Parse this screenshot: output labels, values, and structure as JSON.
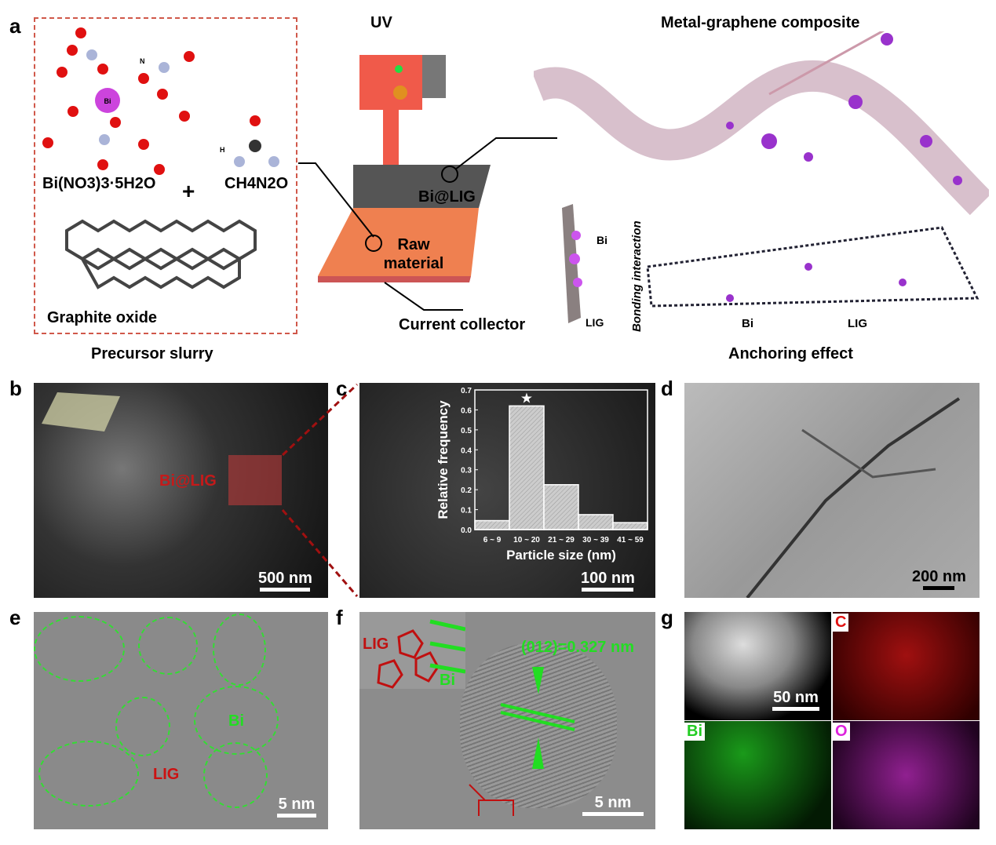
{
  "panel_a": {
    "label": "a",
    "precursor": {
      "bi_nitrate": "Bi(NO3)3·5H2O",
      "urea": "CH4N2O",
      "plus": "+",
      "graphite_oxide": "Graphite oxide",
      "caption": "Precursor slurry",
      "atom_bi": "Bi",
      "atom_n": "N",
      "atom_h": "H"
    },
    "device": {
      "uv": "UV",
      "bi_lig": "Bi@LIG",
      "raw_material": "Raw material",
      "current_collector": "Current collector"
    },
    "composite": {
      "title": "Metal-graphene composite",
      "bonding": "Bonding interaction",
      "bi": "Bi",
      "lig": "LIG",
      "bi2": "Bi",
      "lig2": "LIG",
      "caption": "Anchoring effect"
    }
  },
  "panel_b": {
    "label": "b",
    "overlay": "Bi@LIG",
    "scale": "500 nm"
  },
  "panel_c": {
    "label": "c",
    "scale": "100 nm"
  },
  "panel_d": {
    "label": "d",
    "scale": "200 nm"
  },
  "panel_e": {
    "label": "e",
    "bi": "Bi",
    "lig": "LIG",
    "scale": "5 nm"
  },
  "panel_f": {
    "label": "f",
    "lig": "LIG",
    "bi": "Bi",
    "lattice": "(012)=0.327 nm",
    "scale": "5 nm"
  },
  "panel_g": {
    "label": "g",
    "scale": "50 nm",
    "maps": [
      "C",
      "Bi",
      "O"
    ],
    "colors": {
      "C": "#e01010",
      "Bi": "#22dd22",
      "O": "#dd22dd"
    }
  },
  "chart_data": {
    "type": "bar",
    "title": "",
    "xlabel": "Particle size (nm)",
    "ylabel": "Relative frequency",
    "categories": [
      "6 ~ 9",
      "10 ~ 20",
      "21 ~ 29",
      "30 ~ 39",
      "41 ~ 59"
    ],
    "values": [
      0.045,
      0.62,
      0.225,
      0.075,
      0.035
    ],
    "ylim": [
      0,
      0.7
    ],
    "yticks": [
      "0.0",
      "0.1",
      "0.2",
      "0.3",
      "0.4",
      "0.5",
      "0.6",
      "0.7"
    ],
    "annotation": "★",
    "annotation_category": "10 ~ 20"
  }
}
